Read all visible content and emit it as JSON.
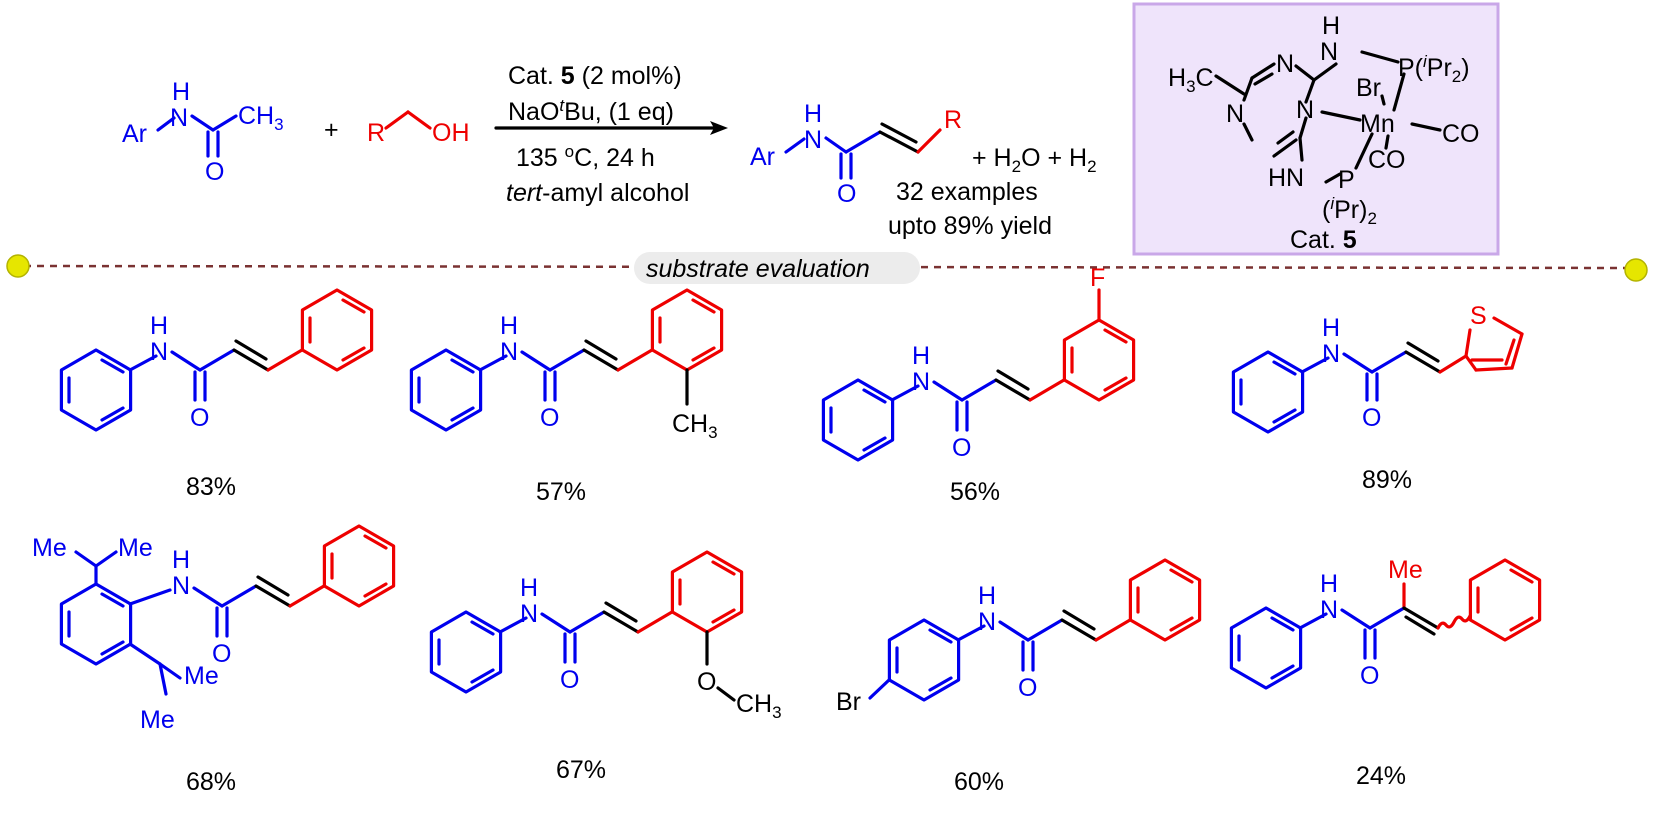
{
  "colors": {
    "substrate_blue": "#0000ee",
    "alcohol_red": "#ee0000",
    "catalyst_box_fill": "#efe4fb",
    "catalyst_box_border": "#c9a7e8",
    "divider": "#7a3232",
    "pill_fill": "#ececec",
    "dot_yellow": "#e6e600"
  },
  "reaction": {
    "reactant1": {
      "ar": "Ar",
      "nh": "H",
      "n": "N",
      "ch3": "CH",
      "ch3_sub": "3",
      "o": "O"
    },
    "plus": "+",
    "reactant2": {
      "r": "R",
      "oh": "OH"
    },
    "conditions": {
      "cat_prefix": "Cat. ",
      "cat_num": "5",
      "cat_suffix": " (2 mol%)",
      "base_prefix": "NaO",
      "base_sup": "t",
      "base_suffix": "Bu, (1 eq)",
      "temp_prefix": "135 ",
      "temp_sup": "o",
      "temp_suffix": "C, 24 h",
      "solvent_italic": "tert",
      "solvent_rest": "-amyl alcohol"
    },
    "product": {
      "ar": "Ar",
      "nh": "H",
      "n": "N",
      "o": "O",
      "r": "R"
    },
    "byproducts": {
      "a": "+ H",
      "a_sub": "2",
      "b": "O + H",
      "b_sub": "2"
    },
    "summary_examples": "32 examples",
    "summary_yield": "upto 89% yield"
  },
  "catalyst": {
    "h3c": "H",
    "h3c_sub": "3",
    "h3c_c": "C",
    "n_top": "N",
    "n_mid": "N",
    "n_bot": "N",
    "nh_top_h": "H",
    "nh_top_n": "N",
    "p_top": "P(",
    "p_top_i": "i",
    "p_top_pr": "Pr",
    "p_top_sub": "2",
    "p_top_close": ")",
    "br": "Br",
    "mn": "Mn",
    "co1": "CO",
    "co2": "CO",
    "hn_bot": "HN",
    "p_bot": "P",
    "p_bot_open": "(",
    "p_bot_i": "i",
    "p_bot_pr": "Pr)",
    "p_bot_sub": "2",
    "label_prefix": "Cat. ",
    "label_num": "5"
  },
  "divider_label": "substrate evaluation",
  "atoms": {
    "h": "H",
    "n": "N",
    "o": "O",
    "f": "F",
    "s": "S",
    "me": "Me",
    "br": "Br",
    "ch": "CH",
    "ch_sub": "3",
    "o_link": "O"
  },
  "products": [
    {
      "yield": "83%"
    },
    {
      "yield": "57%"
    },
    {
      "yield": "56%"
    },
    {
      "yield": "89%"
    },
    {
      "yield": "68%"
    },
    {
      "yield": "67%"
    },
    {
      "yield": "60%"
    },
    {
      "yield": "24%"
    }
  ]
}
